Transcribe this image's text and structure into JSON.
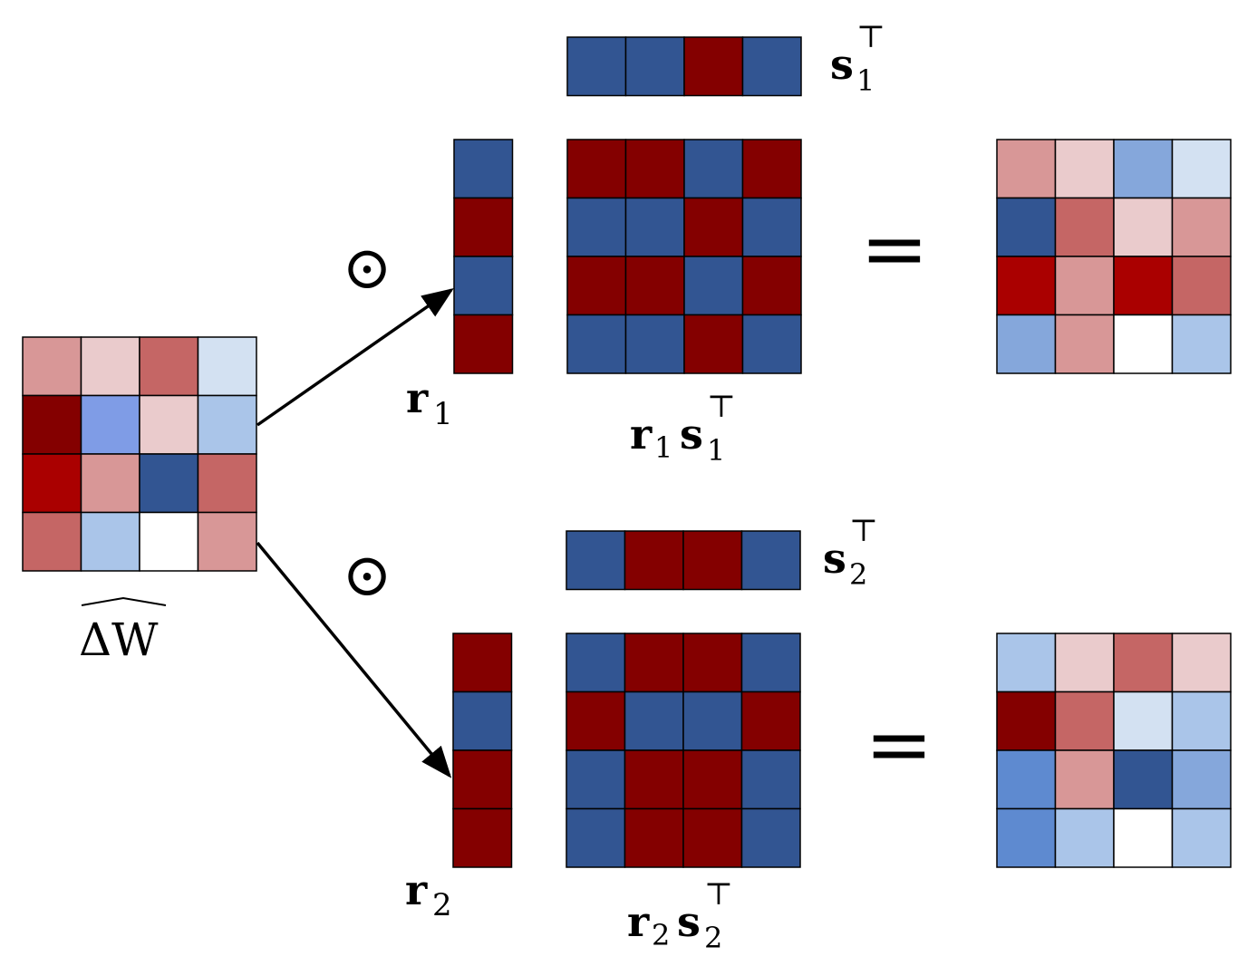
{
  "colors": {
    "R": "#840000",
    "B": "#325592",
    "r": "#aa0000",
    "x": "#c56665",
    "p": "#d89797",
    "q": "#eacbcc",
    "L": "#7f9ce6",
    "m": "#85a7db",
    "a": "#aac5e9",
    "l": "#d3e1f2",
    "M": "#5e8ad0",
    "w": "#ffffff"
  },
  "matrices": {
    "delta_w": [
      "pqxl",
      "RLqa",
      "rpBx",
      "xawp"
    ],
    "s1": [
      "BBRB"
    ],
    "r1": [
      "B",
      "R",
      "B",
      "R"
    ],
    "r1s1": [
      "RRBR",
      "BBRB",
      "RRBR",
      "BBRB"
    ],
    "result1": [
      "pqml",
      "Bxqp",
      "rprx",
      "mpwa"
    ],
    "s2": [
      "BRRB"
    ],
    "r2": [
      "R",
      "B",
      "R",
      "R"
    ],
    "r2s2": [
      "BRRB",
      "RBBR",
      "BRRB",
      "BRRB"
    ],
    "result2": [
      "aqxq",
      "Rxla",
      "MpBm",
      "Mawa"
    ]
  },
  "labels": {
    "delta_w": "ΔW",
    "r1_base": "r",
    "r1_sub": "1",
    "s1_base": "s",
    "s1_sub": "1",
    "s1_sup": "⊤",
    "r1s1_r": "r",
    "r1s1_rsub": "1",
    "r1s1_s": "s",
    "r1s1_ssub": "1",
    "r1s1_sup": "⊤",
    "r2_base": "r",
    "r2_sub": "2",
    "s2_base": "s",
    "s2_sub": "2",
    "s2_sup": "⊤",
    "r2s2_r": "r",
    "r2s2_rsub": "2",
    "r2s2_s": "s",
    "r2s2_ssub": "2",
    "r2s2_sup": "⊤",
    "odot": "⊙",
    "equals": "="
  }
}
